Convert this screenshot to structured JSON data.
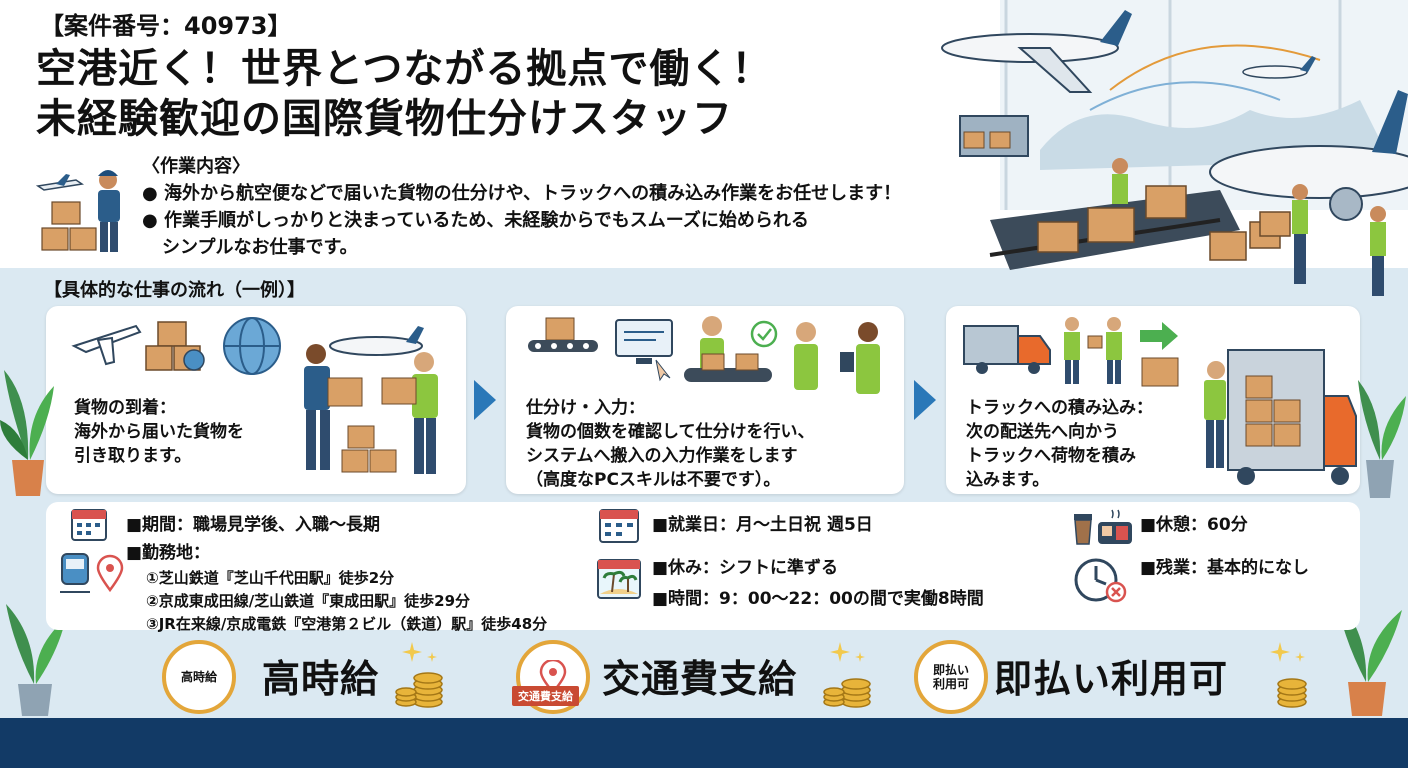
{
  "header": {
    "case_number": "【案件番号：40973】",
    "title_line1": "空港近く！世界とつながる拠点で働く！",
    "title_line2": "未経験歓迎の国際貨物仕分けスタッフ"
  },
  "work": {
    "heading": "〈作業内容〉",
    "bullet1": "● 海外から航空便などで届いた貨物の仕分けや、トラックへの積み込み作業をお任せします！",
    "bullet2_line1": "● 作業手順がしっかりと決まっているため、未経験からでもスムーズに始められる",
    "bullet2_line2": "シンプルなお仕事です。"
  },
  "flow": {
    "heading": "【具体的な仕事の流れ（一例）】",
    "steps": [
      {
        "title": "貨物の到着：",
        "line1": "海外から届いた貨物を",
        "line2": "引き取ります。",
        "line3": ""
      },
      {
        "title": "仕分け・入力：",
        "line1": "貨物の個数を確認して仕分けを行い、",
        "line2": "システムへ搬入の入力作業をします",
        "line3": "（高度なPCスキルは不要です）。"
      },
      {
        "title": "トラックへの積み込み：",
        "line1": "次の配送先へ向かう",
        "line2": "トラックへ荷物を積み",
        "line3": "込みます。"
      }
    ]
  },
  "info": {
    "period": "■期間：職場見学後、入職〜長期",
    "location_label": "■勤務地：",
    "access1": "①芝山鉄道『芝山千代田駅』徒歩2分",
    "access2": "②京成東成田線/芝山鉄道『東成田駅』徒歩29分",
    "access3": "③JR在来線/京成電鉄『空港第２ビル（鉄道）駅』徒歩48分",
    "workdays": "■就業日：月〜土日祝 週5日",
    "holidays": "■休み：シフトに準ずる",
    "hours": "■時間：9：00〜22：00の間で実働8時間",
    "break": "■休憩：60分",
    "overtime": "■残業：基本的になし"
  },
  "benefits": {
    "high_pay": "高時給",
    "high_pay_badge": "高時給",
    "transport": "交通費支給",
    "transport_badge": "交通費支給",
    "instant_pay": "即払い利用可",
    "instant_pay_badge_line1": "即払い",
    "instant_pay_badge_line2": "利用可"
  },
  "colors": {
    "accent": "#2a78b8",
    "band": "#dbe9f2",
    "footer": "#123a66",
    "gold": "#e3a63a",
    "box": "#d9a066",
    "vest": "#8cc63f"
  },
  "icons": [
    "plane-icon",
    "box-icon",
    "globe-icon",
    "conveyor-icon",
    "monitor-icon",
    "check-icon",
    "truck-icon",
    "arrow-right-icon",
    "calendar-icon",
    "train-icon",
    "pin-icon",
    "beach-calendar-icon",
    "coffee-icon",
    "clock-icon",
    "coins-icon",
    "sparkle-icon",
    "plant-icon"
  ]
}
